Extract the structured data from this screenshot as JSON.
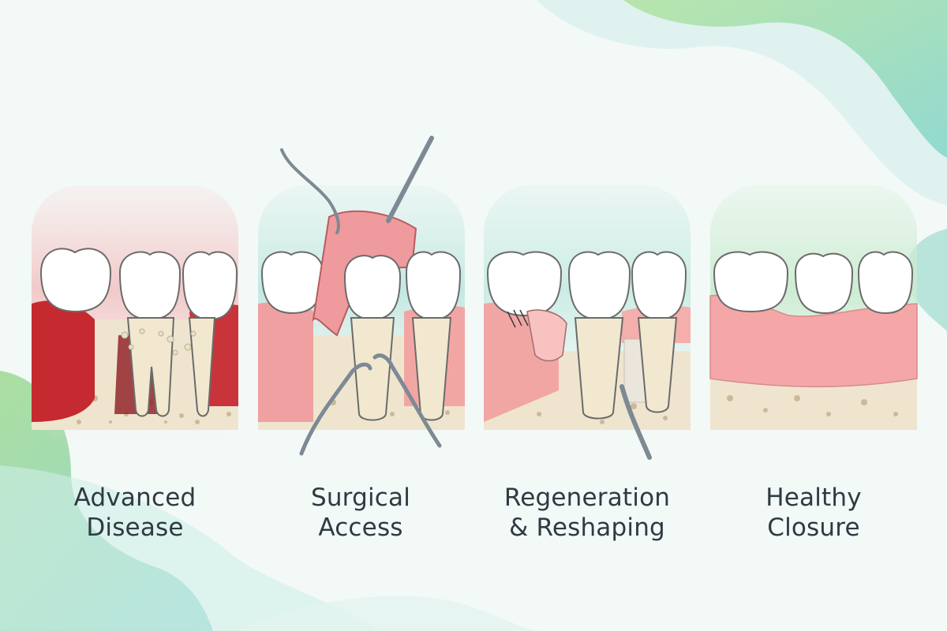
{
  "colors": {
    "background": "#f3f9f7",
    "accent_green": "#a9dfa0",
    "accent_teal": "#8fd6cc",
    "gum_healthy": "#f4a7a6",
    "gum_inflamed": "#c42a2f",
    "bone": "#efe5cf",
    "enamel": "#ffffff",
    "root": "#f1e8cf",
    "text": "#2f3a42"
  },
  "stages": [
    {
      "id": "advanced-disease",
      "line1": "Advanced",
      "line2": "Disease"
    },
    {
      "id": "surgical-access",
      "line1": "Surgical",
      "line2": "Access"
    },
    {
      "id": "regeneration-reshaping",
      "line1": "Regeneration",
      "line2": "& Reshaping"
    },
    {
      "id": "healthy-closure",
      "line1": "Healthy",
      "line2": "Closure"
    }
  ]
}
